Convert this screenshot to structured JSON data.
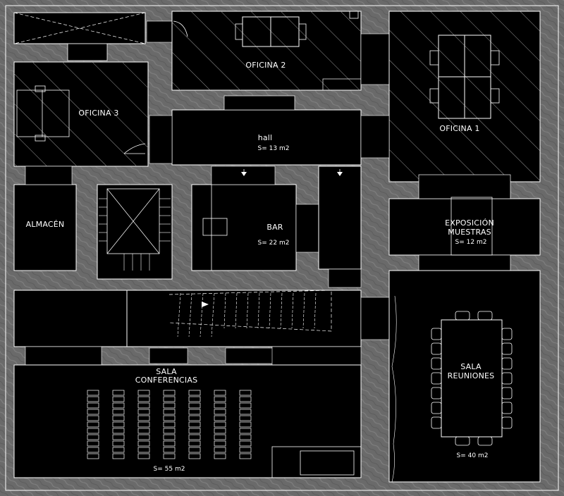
{
  "plan": {
    "rooms": {
      "oficina2": {
        "name": "OFICINA 2"
      },
      "oficina3": {
        "name": "OFICINA 3"
      },
      "oficina1": {
        "name": "OFICINA 1"
      },
      "hall": {
        "name": "hall",
        "area": "S= 13 m2"
      },
      "almacen": {
        "name": "ALMACÉN"
      },
      "bar": {
        "name": "BAR",
        "area": "S= 22 m2"
      },
      "exposicion": {
        "line1": "EXPOSICIÓN",
        "line2": "MUESTRAS",
        "area": "S= 12 m2"
      },
      "sala_conferencias": {
        "line1": "SALA",
        "line2": "CONFERENCIAS",
        "area": "S= 55 m2"
      },
      "sala_reuniones": {
        "line1": "SALA",
        "line2": "REUNIONES",
        "area": "S= 40 m2"
      }
    },
    "colors": {
      "background": "#000000",
      "wall": "#6f6f6f",
      "line": "#ffffff",
      "hatch": "#8a8a8a"
    }
  }
}
